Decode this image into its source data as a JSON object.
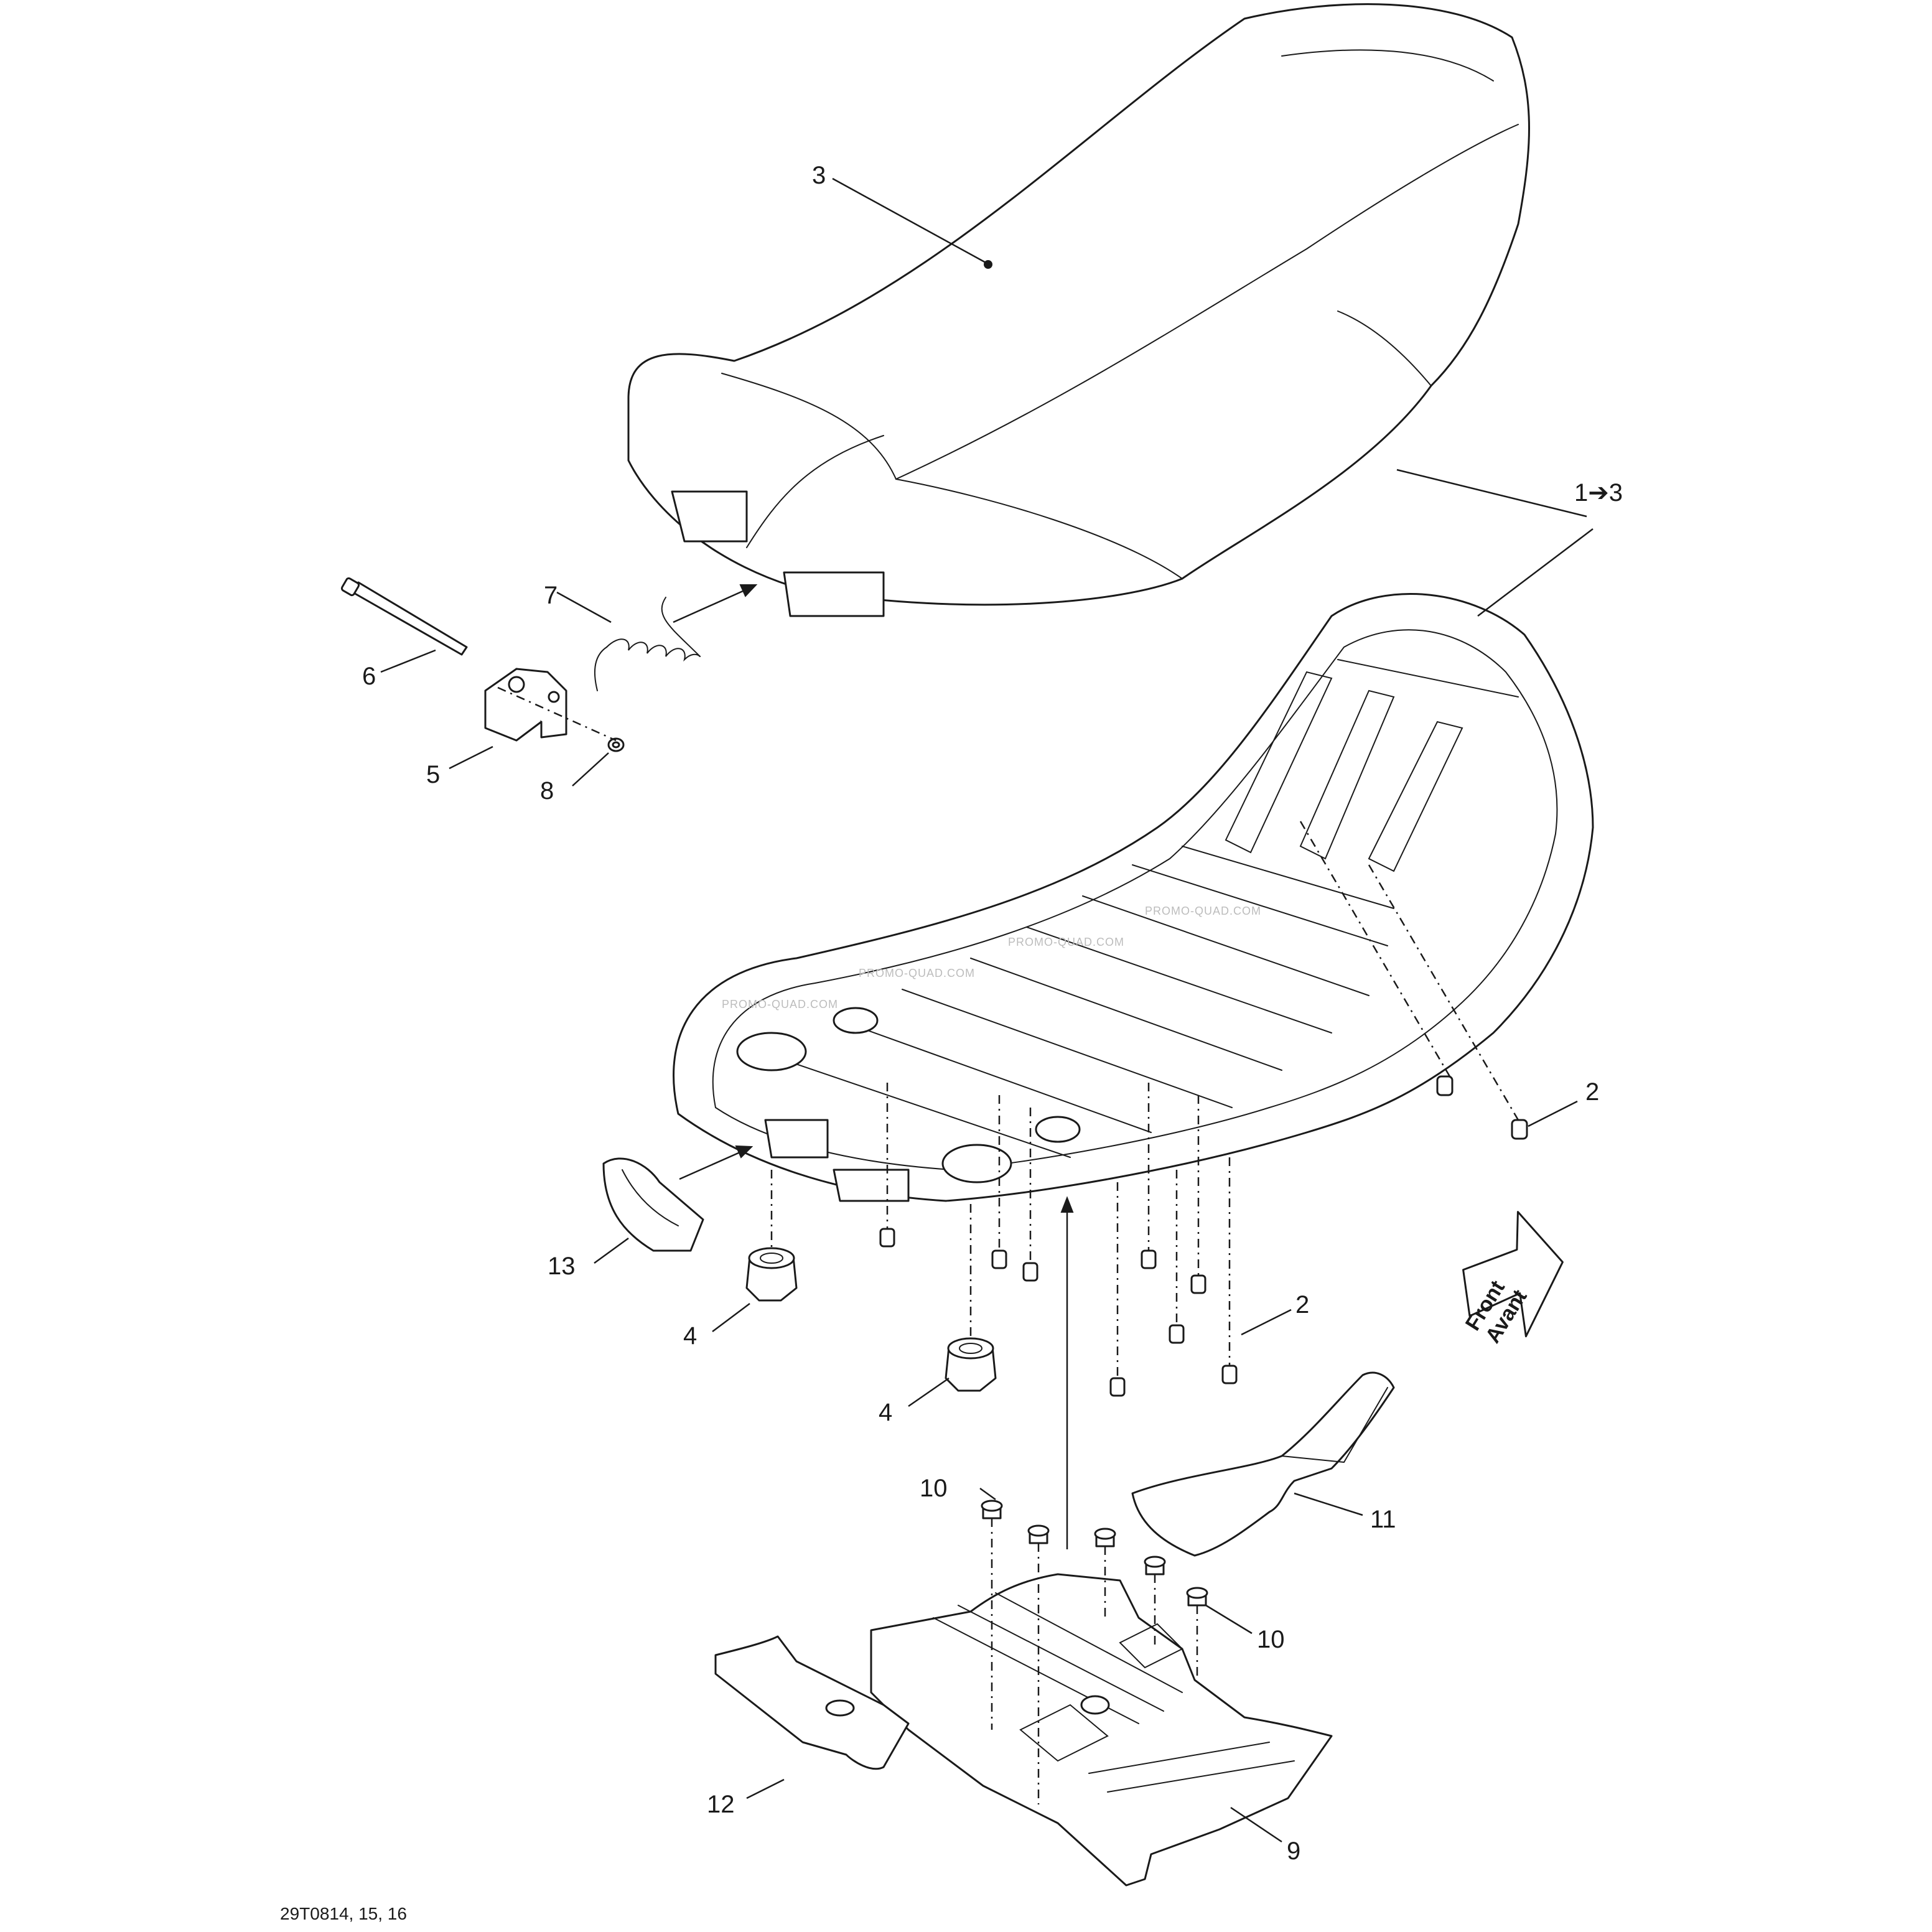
{
  "callouts": {
    "c3": "3",
    "c1to3": "1➔3",
    "c7": "7",
    "c6": "6",
    "c5": "5",
    "c8": "8",
    "c2a": "2",
    "c13": "13",
    "c4a": "4",
    "c2b": "2",
    "c4b": "4",
    "c10a": "10",
    "c11": "11",
    "c10b": "10",
    "c12": "12",
    "c9": "9"
  },
  "direction_arrow": {
    "line1": "Front",
    "line2": "Avant"
  },
  "watermark": "PROMO-QUAD.COM",
  "drawing_code": "29T0814, 15, 16"
}
